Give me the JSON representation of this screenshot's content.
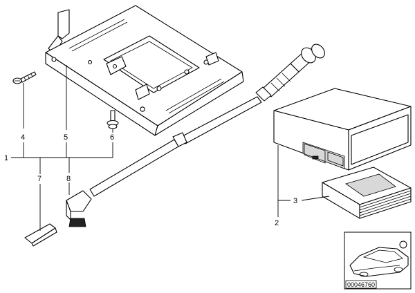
{
  "callouts": {
    "c1": "1",
    "c2": "2",
    "c3": "3",
    "c4": "4",
    "c5": "5",
    "c6": "6",
    "c7": "7",
    "c8": "8"
  },
  "reference_code": "00046760"
}
